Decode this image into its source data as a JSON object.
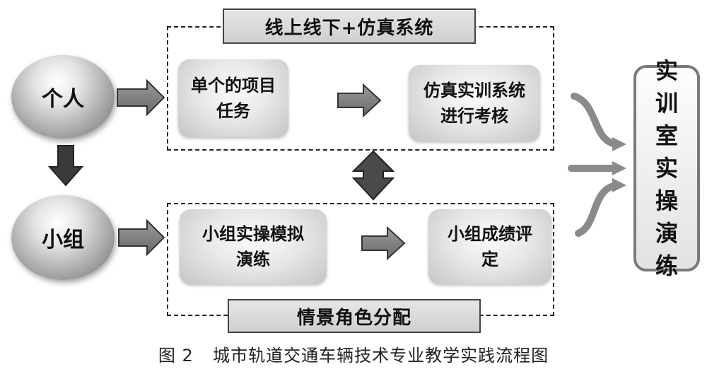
{
  "top_group": {
    "label": "线上线下+仿真系统"
  },
  "bottom_group": {
    "label": "情景角色分配"
  },
  "actors": {
    "individual": "个人",
    "group": "小组"
  },
  "nodes": {
    "single_project": {
      "line1": "单个的项目",
      "line2": "任务"
    },
    "sim_assessment": {
      "line1": "仿真实训系统",
      "line2": "进行考核"
    },
    "group_sim": {
      "line1": "小组实操模拟",
      "line2": "演练"
    },
    "group_grade": {
      "line1": "小组成绩评",
      "line2": "定"
    }
  },
  "training_room": {
    "line1": "实训",
    "line2": "室实",
    "line3": "操演",
    "line4": "练"
  },
  "caption": {
    "figure": "图 2",
    "text": "城市轨道交通车辆技术专业教学实践流程图"
  }
}
